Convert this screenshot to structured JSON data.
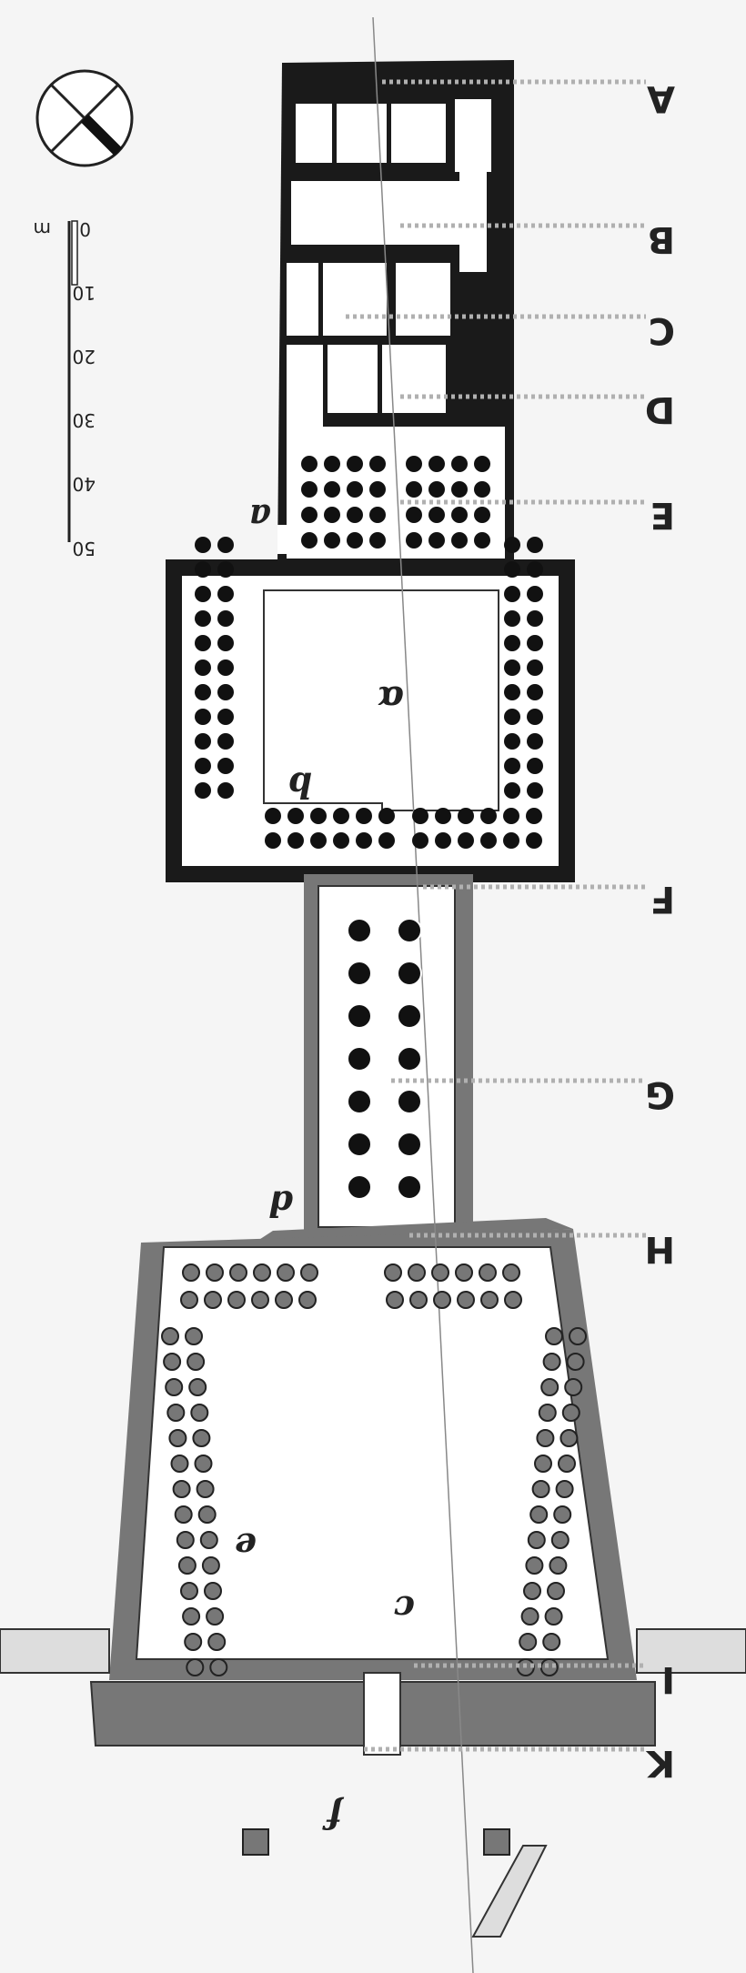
{
  "section_labels": [
    "A",
    "B",
    "C",
    "D",
    "E",
    "F",
    "G",
    "H",
    "I",
    "K"
  ],
  "room_labels": {
    "a": "a",
    "alpha": "α",
    "b": "b",
    "d": "d",
    "e": "e",
    "c": "c",
    "f": "f"
  },
  "scale": {
    "unit": "m",
    "ticks": [
      "0",
      "10",
      "20",
      "30",
      "40",
      "50"
    ]
  },
  "colors": {
    "background": "#f5f5f5",
    "wall_dark": "#1a1a1a",
    "wall_grey": "#777777",
    "floor": "#ffffff",
    "leader": "#b0b0b0",
    "column": "#111111"
  }
}
